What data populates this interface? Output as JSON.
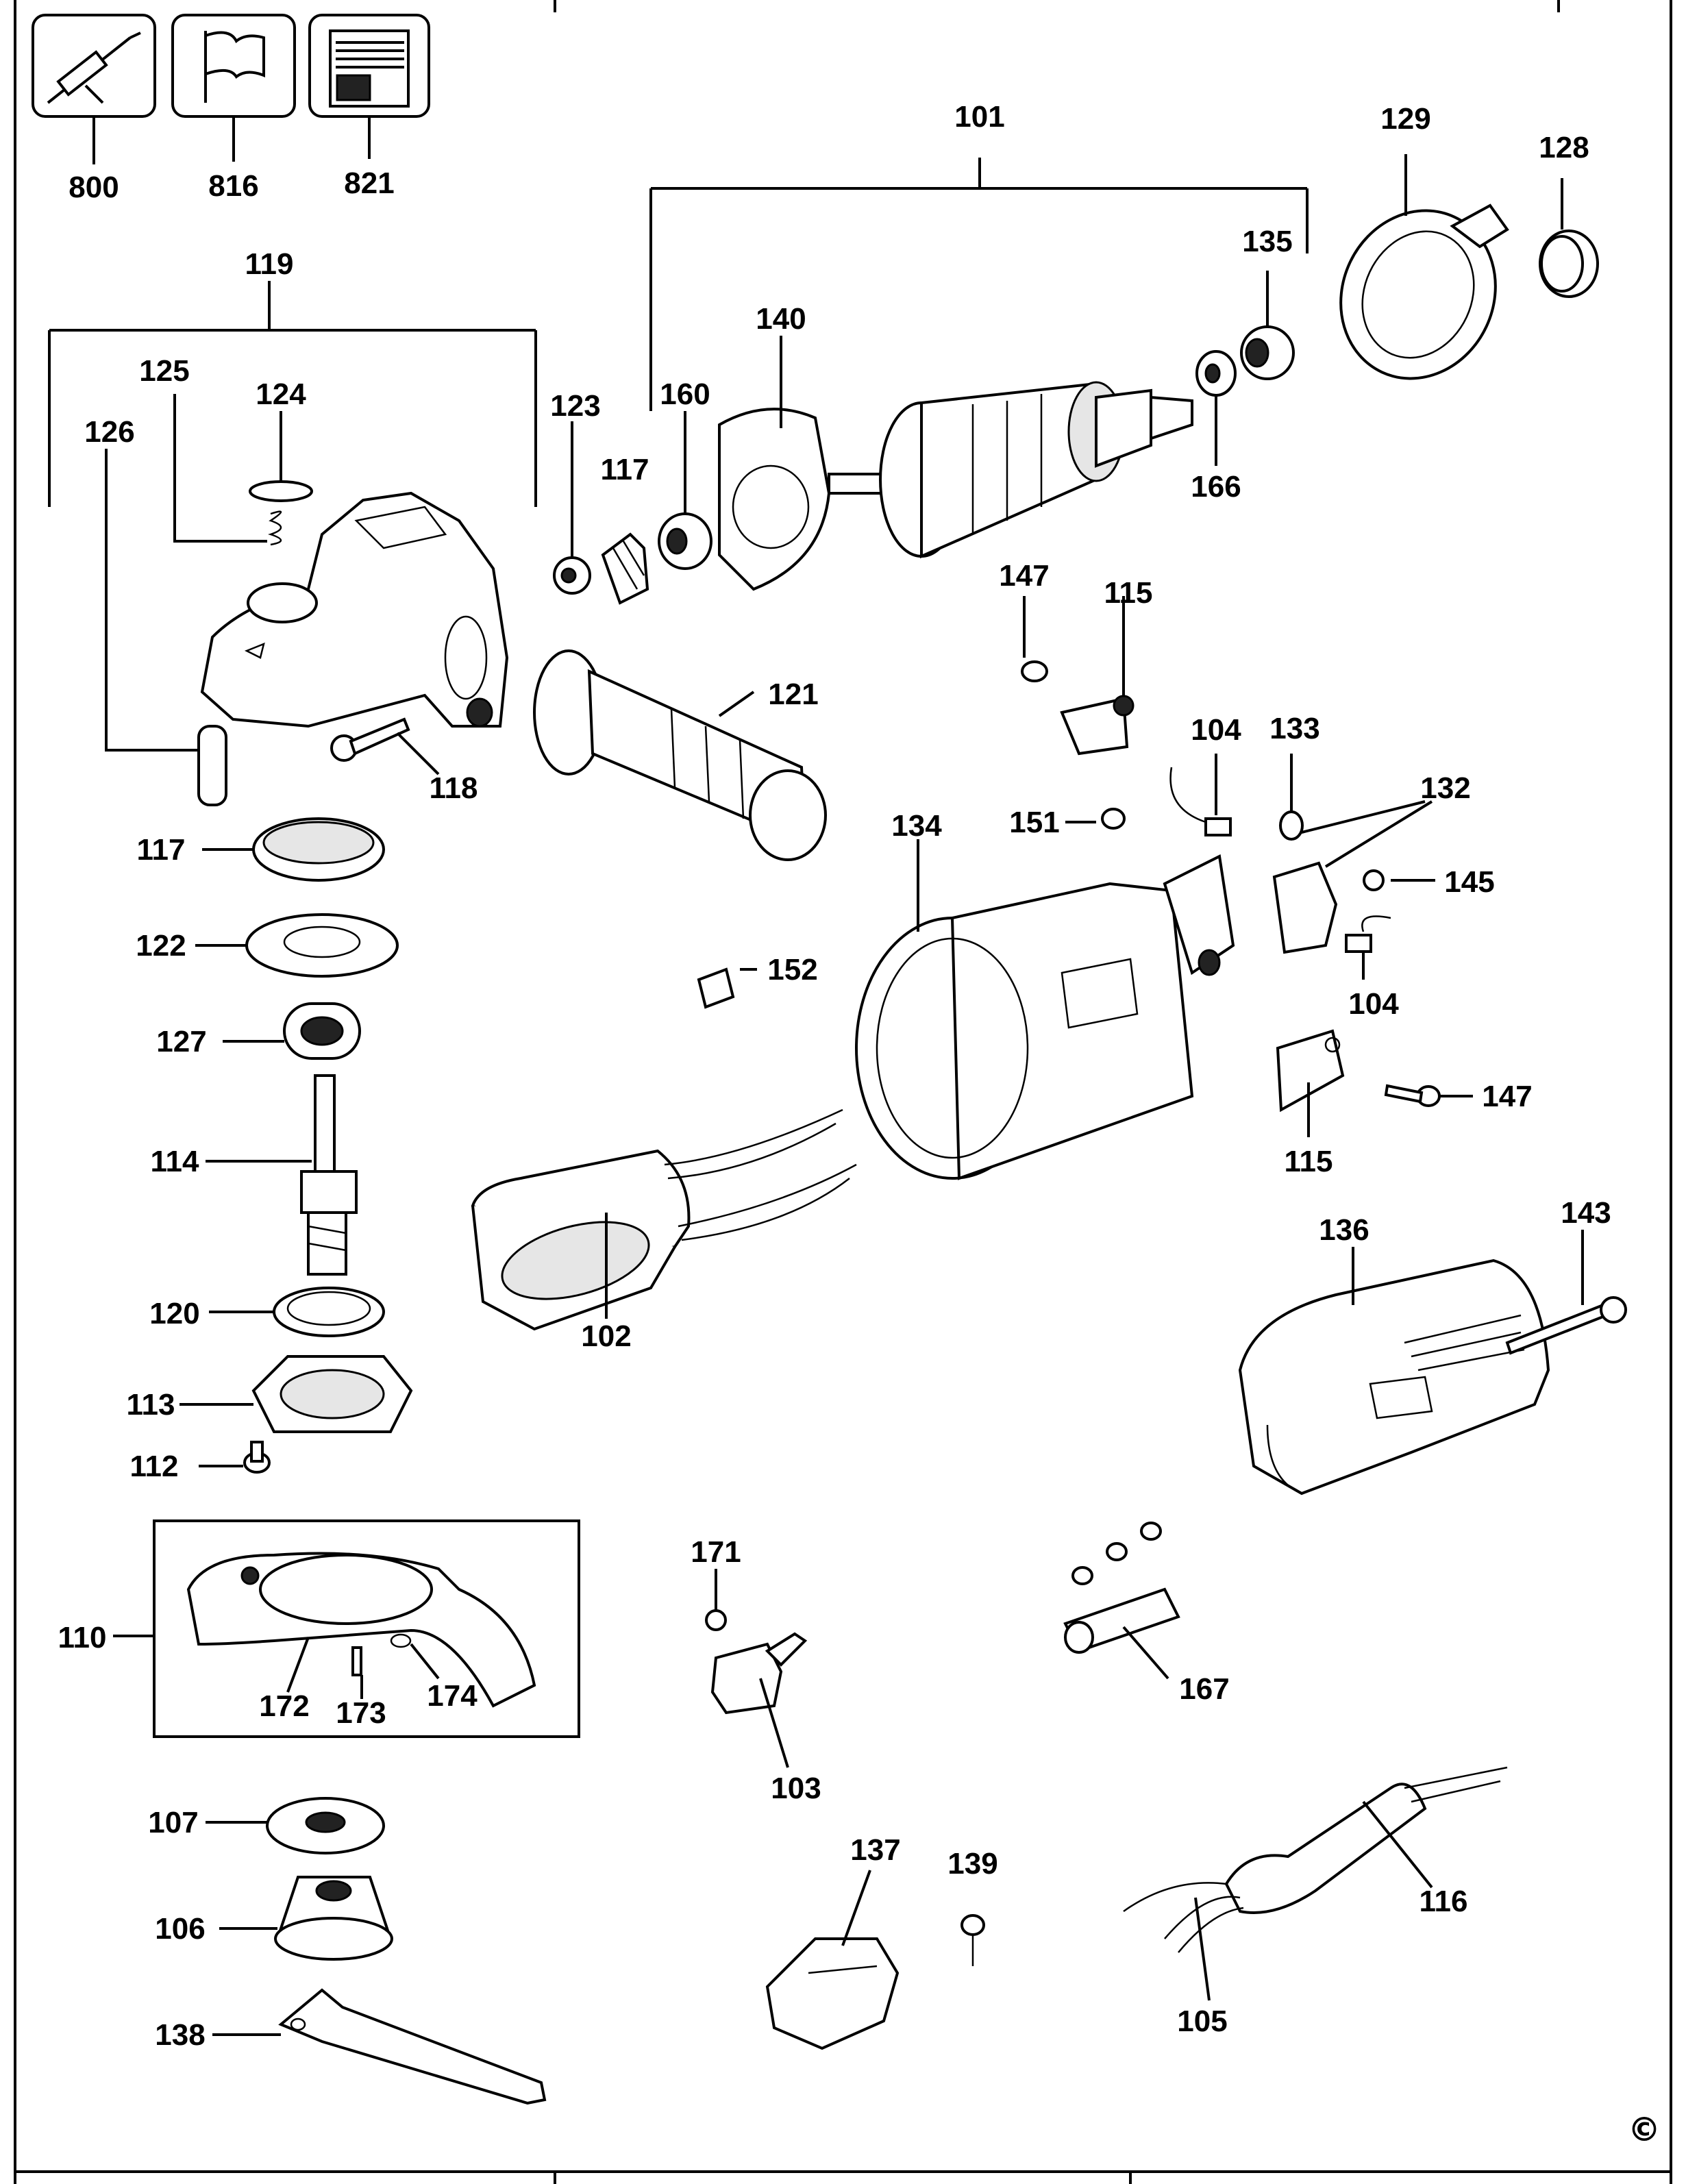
{
  "diagram": {
    "labels": [
      "800",
      "816",
      "821",
      "101",
      "129",
      "128",
      "135",
      "119",
      "140",
      "125",
      "124",
      "123",
      "160",
      "126",
      "117",
      "166",
      "147",
      "115",
      "121",
      "118",
      "104",
      "133",
      "132",
      "117",
      "151",
      "134",
      "145",
      "122",
      "152",
      "104",
      "127",
      "147",
      "114",
      "115",
      "136",
      "143",
      "102",
      "120",
      "113",
      "112",
      "171",
      "110",
      "167",
      "172",
      "173",
      "174",
      "103",
      "107",
      "137",
      "139",
      "106",
      "116",
      "105",
      "138"
    ],
    "copyright": "©"
  }
}
